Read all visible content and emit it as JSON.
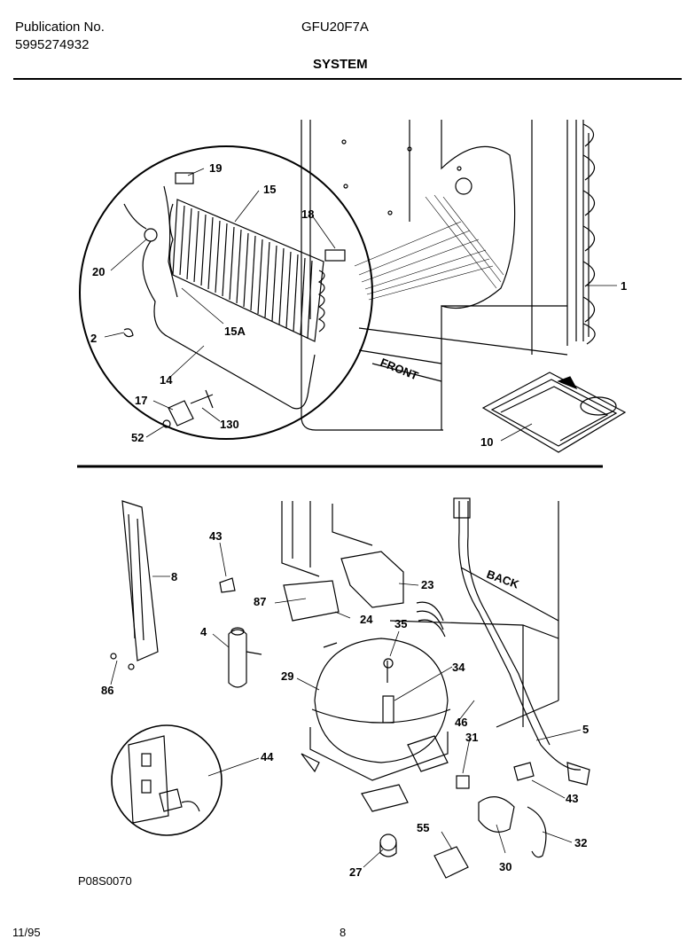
{
  "header": {
    "pub_label": "Publication No.",
    "pub_number": "5995274932",
    "model": "GFU20F7A",
    "section": "SYSTEM"
  },
  "footer": {
    "date": "11/95",
    "page": "8",
    "drawing_code": "P08S0070"
  },
  "upper_diagram": {
    "callouts": [
      "19",
      "15",
      "18",
      "20",
      "15A",
      "1",
      "2",
      "14",
      "17",
      "130",
      "52",
      "10"
    ],
    "text": [
      "FRONT"
    ]
  },
  "lower_diagram": {
    "callouts": [
      "8",
      "43",
      "87",
      "23",
      "24",
      "35",
      "4",
      "34",
      "29",
      "46",
      "5",
      "86",
      "31",
      "44",
      "43",
      "55",
      "32",
      "27",
      "30"
    ],
    "text": [
      "BACK"
    ]
  }
}
